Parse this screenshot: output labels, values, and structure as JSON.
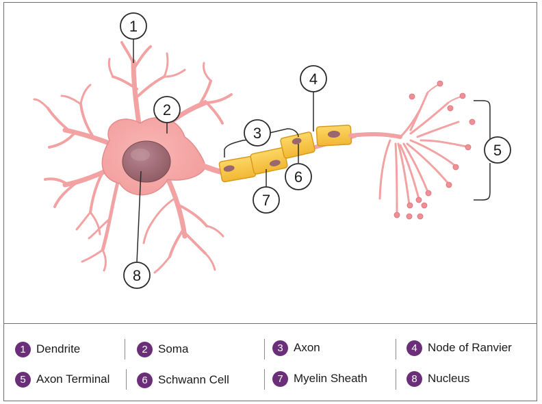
{
  "callouts": [
    {
      "n": "1",
      "term": "Dendrite"
    },
    {
      "n": "2",
      "term": "Soma"
    },
    {
      "n": "3",
      "term": "Axon"
    },
    {
      "n": "4",
      "term": "Node of Ranvier"
    },
    {
      "n": "5",
      "term": "Axon Terminal"
    },
    {
      "n": "6",
      "term": "Schwann Cell"
    },
    {
      "n": "7",
      "term": "Myelin Sheath"
    },
    {
      "n": "8",
      "term": "Nucleus"
    }
  ],
  "legend": [
    {
      "n": "1",
      "label": "Dendrite"
    },
    {
      "n": "2",
      "label": "Soma"
    },
    {
      "n": "3",
      "label": "Axon"
    },
    {
      "n": "4",
      "label": "Node of Ranvier"
    },
    {
      "n": "5",
      "label": "Axon Terminal"
    },
    {
      "n": "6",
      "label": "Schwann Cell"
    },
    {
      "n": "7",
      "label": "Myelin Sheath"
    },
    {
      "n": "8",
      "label": "Nucleus"
    }
  ],
  "colors": {
    "cell_body": "#f4a7a5",
    "cell_outline": "#d97a7c",
    "nucleus": "#9a6670",
    "myelin": "#f7c948",
    "myelin_outline": "#d79a1c",
    "badge": "#6b2f7a"
  }
}
